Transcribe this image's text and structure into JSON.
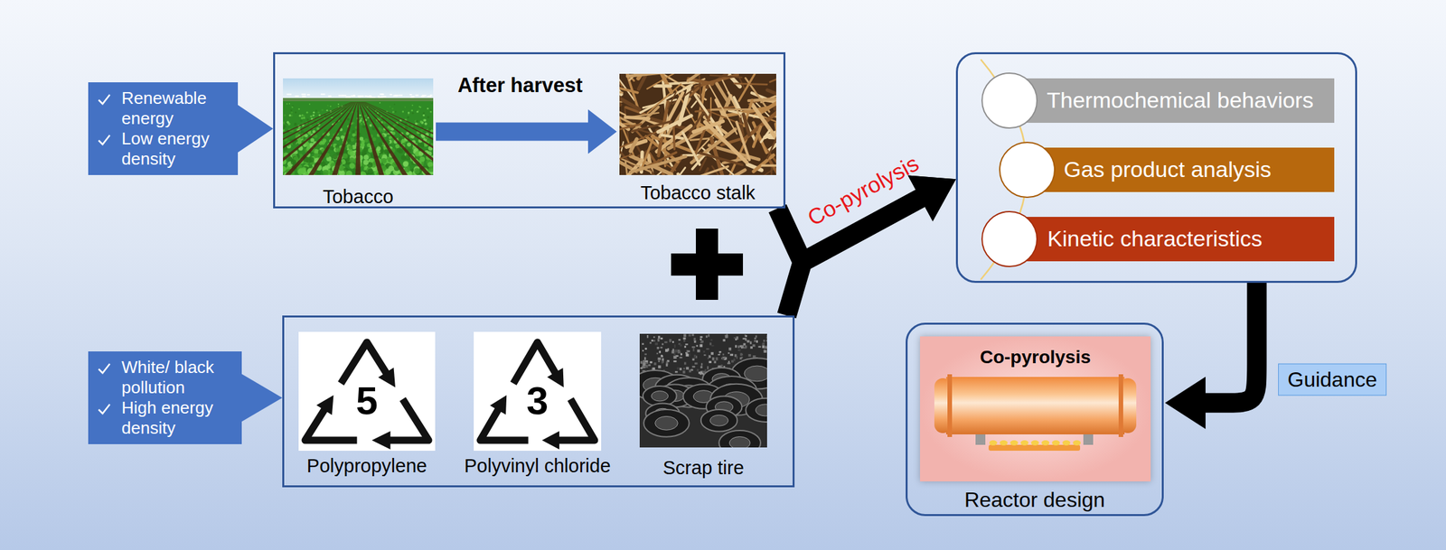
{
  "diagram": {
    "nodes": [
      {
        "text": [
          "Renewable energy",
          "Low energy density"
        ]
      },
      {
        "text": [
          "After harvest"
        ]
      },
      {
        "text": [
          "Tobacco"
        ],
        "in": 1
      },
      {
        "text": [
          "Tobacco stalk"
        ],
        "in": 1
      },
      {
        "text": [
          "White/ black pollution",
          "High energy density"
        ]
      },
      {
        "text": []
      },
      {
        "text": [
          "5",
          "Polypropylene"
        ],
        "in": 5
      },
      {
        "text": [
          "3",
          "Polyvinyl chloride"
        ],
        "in": 5
      },
      {
        "text": [
          "Scrap tire"
        ],
        "in": 5
      },
      {
        "text": []
      },
      {
        "text": [
          "Thermochemical behaviors"
        ],
        "in": 9
      },
      {
        "text": [
          "Gas product analysis"
        ],
        "in": 9
      },
      {
        "text": [
          "Kinetic characteristics"
        ],
        "in": 9
      },
      {
        "text": [
          "Reactor design"
        ]
      },
      {
        "text": [
          "Co-pyrolysis"
        ],
        "in": 13
      }
    ],
    "edges": [
      {
        "from": 0,
        "to": 1,
        "arrow": "to"
      },
      {
        "from": 2,
        "to": 3,
        "arrow": "to"
      },
      {
        "from": 4,
        "to": 5,
        "arrow": "to"
      },
      {
        "from": 1,
        "to": 9,
        "arrow": "to",
        "label": "Co-pyrolysis"
      },
      {
        "from": 5,
        "to": 9,
        "arrow": "to"
      },
      {
        "from": 9,
        "to": 13,
        "arrow": "to",
        "label": "Guidance"
      }
    ]
  }
}
